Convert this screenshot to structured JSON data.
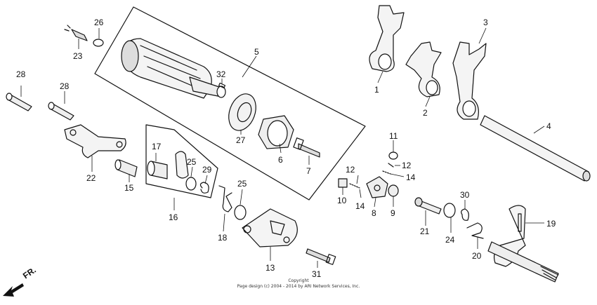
{
  "diagram": {
    "callouts": [
      {
        "id": "c1",
        "label": "1"
      },
      {
        "id": "c2",
        "label": "2"
      },
      {
        "id": "c3",
        "label": "3"
      },
      {
        "id": "c4",
        "label": "4"
      },
      {
        "id": "c5",
        "label": "5"
      },
      {
        "id": "c6",
        "label": "6"
      },
      {
        "id": "c7",
        "label": "7"
      },
      {
        "id": "c8",
        "label": "8"
      },
      {
        "id": "c9",
        "label": "9"
      },
      {
        "id": "c10",
        "label": "10"
      },
      {
        "id": "c11",
        "label": "11"
      },
      {
        "id": "c12a",
        "label": "12"
      },
      {
        "id": "c12b",
        "label": "12"
      },
      {
        "id": "c13",
        "label": "13"
      },
      {
        "id": "c14a",
        "label": "14"
      },
      {
        "id": "c14b",
        "label": "14"
      },
      {
        "id": "c15",
        "label": "15"
      },
      {
        "id": "c16",
        "label": "16"
      },
      {
        "id": "c17",
        "label": "17"
      },
      {
        "id": "c18",
        "label": "18"
      },
      {
        "id": "c19",
        "label": "19"
      },
      {
        "id": "c20",
        "label": "20"
      },
      {
        "id": "c21",
        "label": "21"
      },
      {
        "id": "c22",
        "label": "22"
      },
      {
        "id": "c23",
        "label": "23"
      },
      {
        "id": "c24",
        "label": "24"
      },
      {
        "id": "c25a",
        "label": "25"
      },
      {
        "id": "c25b",
        "label": "25"
      },
      {
        "id": "c26",
        "label": "26"
      },
      {
        "id": "c27",
        "label": "27"
      },
      {
        "id": "c28a",
        "label": "28"
      },
      {
        "id": "c28b",
        "label": "28"
      },
      {
        "id": "c29",
        "label": "29"
      },
      {
        "id": "c30",
        "label": "30"
      },
      {
        "id": "c31",
        "label": "31"
      },
      {
        "id": "c32",
        "label": "32"
      }
    ],
    "direction_label": "FR.",
    "copyright_line1": "Copyright",
    "copyright_line2": "Page design (c) 2004 - 2014 by ARI Network Services, Inc."
  }
}
